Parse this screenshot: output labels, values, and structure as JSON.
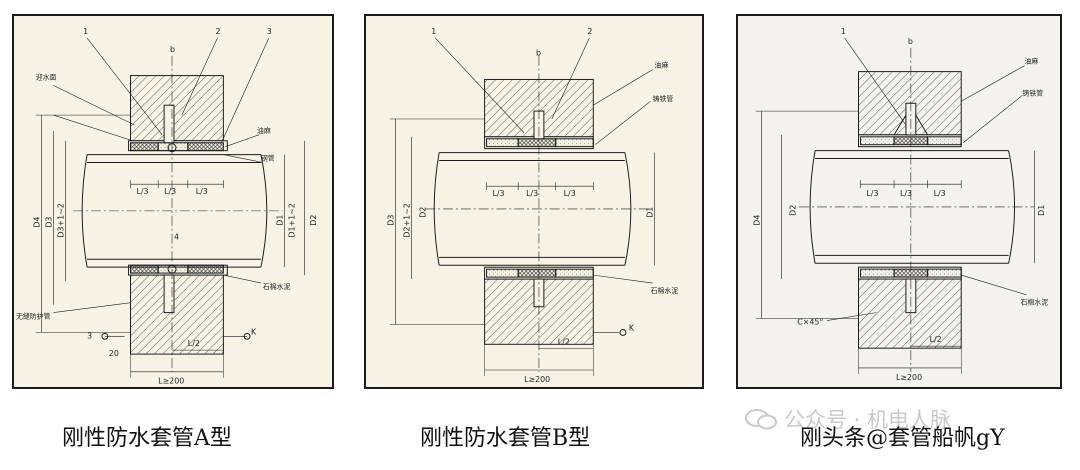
{
  "captions": {
    "a": "刚性防水套管A型",
    "b": "刚性防水套管B型",
    "c": "刚头条@套管船帆gY"
  },
  "watermark": {
    "text": "公众号 · 机电人脉"
  },
  "panel_a": {
    "callouts": [
      "1",
      "2",
      "3"
    ],
    "labels": {
      "wall_face": "迎水面",
      "oakum": "油麻",
      "steel_pipe": "钢管",
      "asbestos_cement": "石棉水泥",
      "welded_ring": "无缝防护管"
    },
    "dims": {
      "b": "b",
      "l3": "L/3",
      "l2": "L/2",
      "l_total": "L≥200",
      "d1": "D1",
      "d2": "D2",
      "d3": "D3",
      "d4": "D4",
      "d3_sum": "D3+1~2",
      "d1_sum": "D1+1~2",
      "n4": "4",
      "n20": "20",
      "n3": "3",
      "k": "K"
    }
  },
  "panel_b": {
    "callouts": [
      "1",
      "2"
    ],
    "labels": {
      "oakum": "油麻",
      "cast_iron_pipe": "铸铁管",
      "asbestos_cement": "石棉水泥"
    },
    "dims": {
      "b": "b",
      "l3": "L/3",
      "l2": "L/2",
      "l_total": "L≥200",
      "d1": "D1",
      "d2": "D2",
      "d3": "D3",
      "d2_sum": "D2+1~2",
      "k": "K"
    }
  },
  "panel_c": {
    "callouts": [
      "1"
    ],
    "labels": {
      "oakum": "油麻",
      "cast_iron_pipe": "铸铁管",
      "asbestos_cement": "石棉水泥",
      "chamfer": "C×45°"
    },
    "dims": {
      "b": "b",
      "l3": "L/3",
      "l2": "L/2",
      "l_total": "L≥200",
      "d1": "D1",
      "d2": "D2",
      "d4": "D4"
    }
  },
  "colors": {
    "line": "#1b1b1b",
    "paper": "#f6f3e6",
    "caption": "#111111",
    "watermark": "#c9c9c9"
  }
}
